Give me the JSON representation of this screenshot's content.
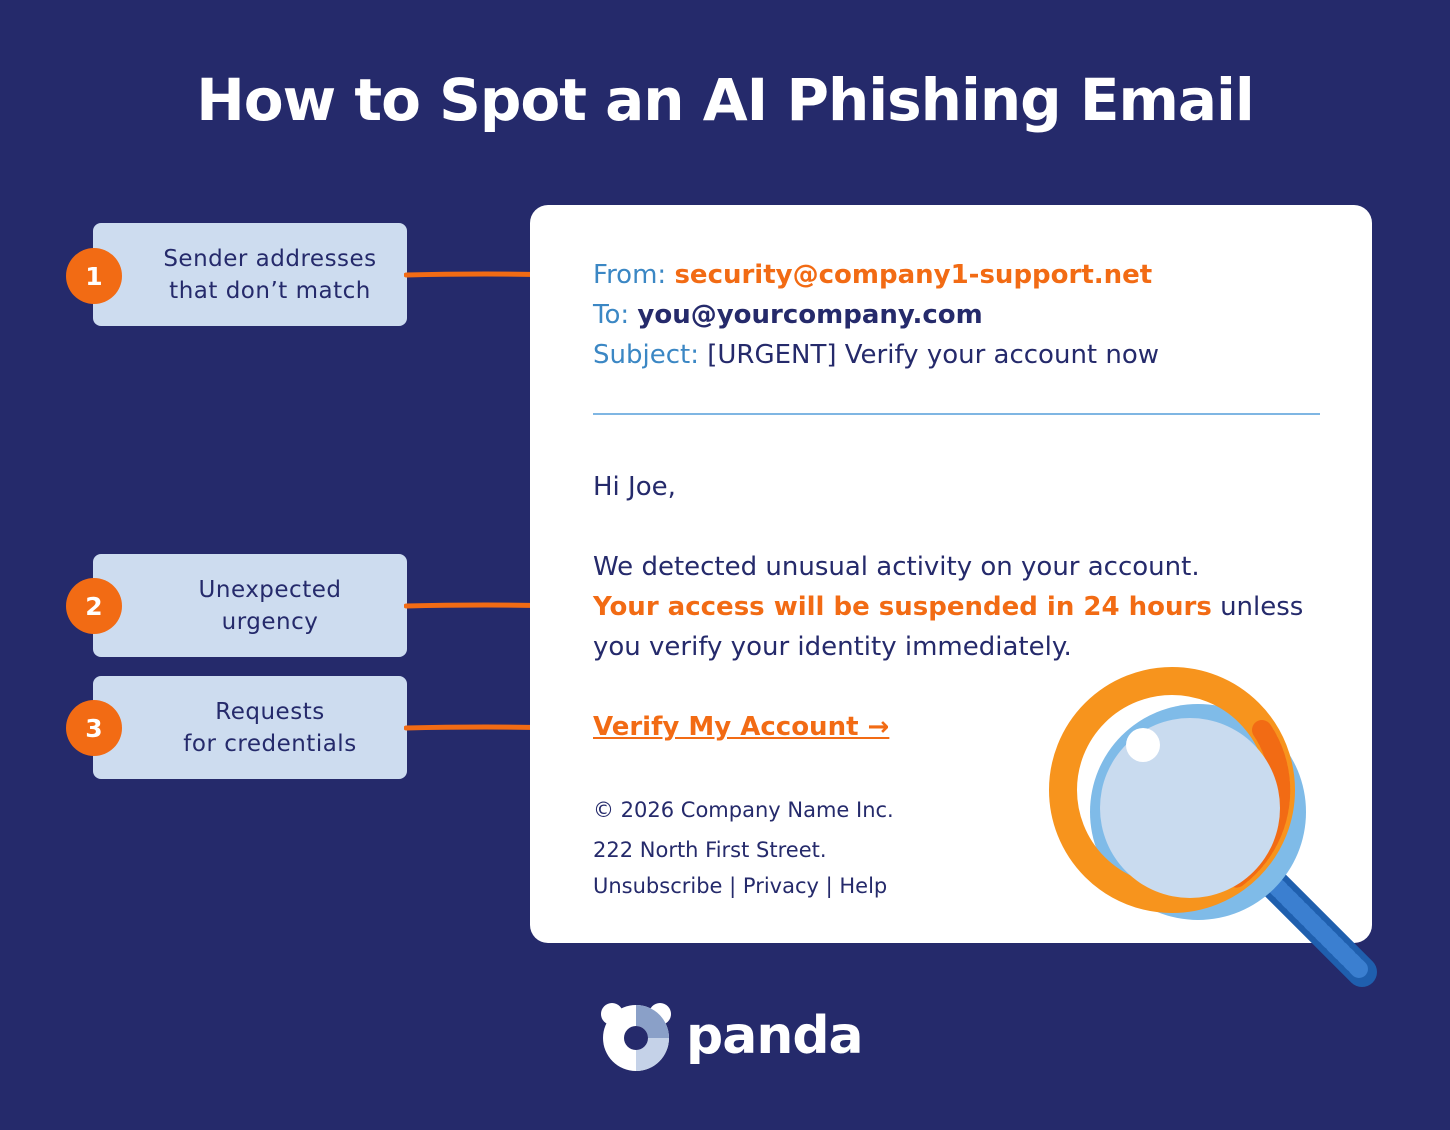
{
  "title": "How to Spot an AI Phishing Email",
  "callouts": [
    {
      "number": "1",
      "line1": "Sender addresses",
      "line2": "that don’t match"
    },
    {
      "number": "2",
      "line1": "Unexpected",
      "line2": "urgency"
    },
    {
      "number": "3",
      "line1": "Requests",
      "line2": "for credentials"
    }
  ],
  "email": {
    "from_label": "From:",
    "from_value": "security@company1-support.net",
    "to_label": "To:",
    "to_value": "you@yourcompany.com",
    "subject_label": "Subject:",
    "subject_value": "[URGENT] Verify your account now",
    "greeting": "Hi Joe,",
    "body_line1": "We detected unusual activity on your account.",
    "body_highlight": "Your access will be suspended in 24 hours",
    "body_line2_rest": " unless",
    "body_line3": "you verify your identity immediately.",
    "cta": "Verify My Account →",
    "footer_copyright": "© 2026 Company Name Inc.",
    "footer_address": "222 North First Street.",
    "footer_unsubscribe": "Unsubscribe",
    "footer_sep": " | ",
    "footer_privacy": "Privacy",
    "footer_help": "Help"
  },
  "brand": {
    "name": "panda"
  },
  "colors": {
    "background": "#252a6b",
    "accent_orange": "#f26b14",
    "label_blue": "#3b87c4",
    "callout_bg": "#cddcef",
    "card_bg": "#ffffff"
  },
  "icons": {
    "magnifier": "magnifying-glass-icon",
    "arrow": "arrow-right-icon",
    "logo": "panda-logo-icon"
  }
}
